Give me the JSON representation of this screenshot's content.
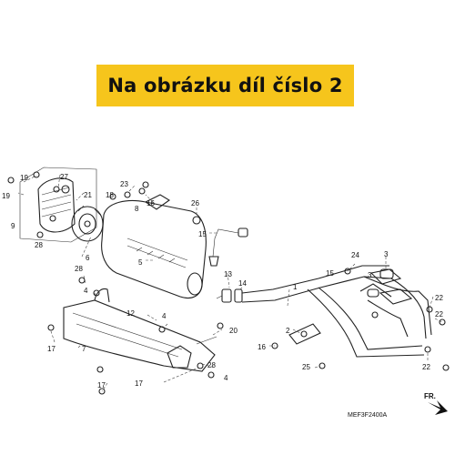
{
  "banner": {
    "text": "Na obrázku díl číslo 2"
  },
  "diagram": {
    "code": "MEF3F2400A",
    "direction": "FR.",
    "labels": [
      "1",
      "2",
      "3",
      "3",
      "4",
      "4",
      "4",
      "5",
      "6",
      "7",
      "8",
      "9",
      "10",
      "11",
      "12",
      "13",
      "14",
      "15",
      "16",
      "17",
      "17",
      "17",
      "18",
      "19",
      "19",
      "20",
      "21",
      "22",
      "22",
      "22",
      "23",
      "24",
      "25",
      "26",
      "27",
      "28",
      "28",
      "28"
    ]
  }
}
